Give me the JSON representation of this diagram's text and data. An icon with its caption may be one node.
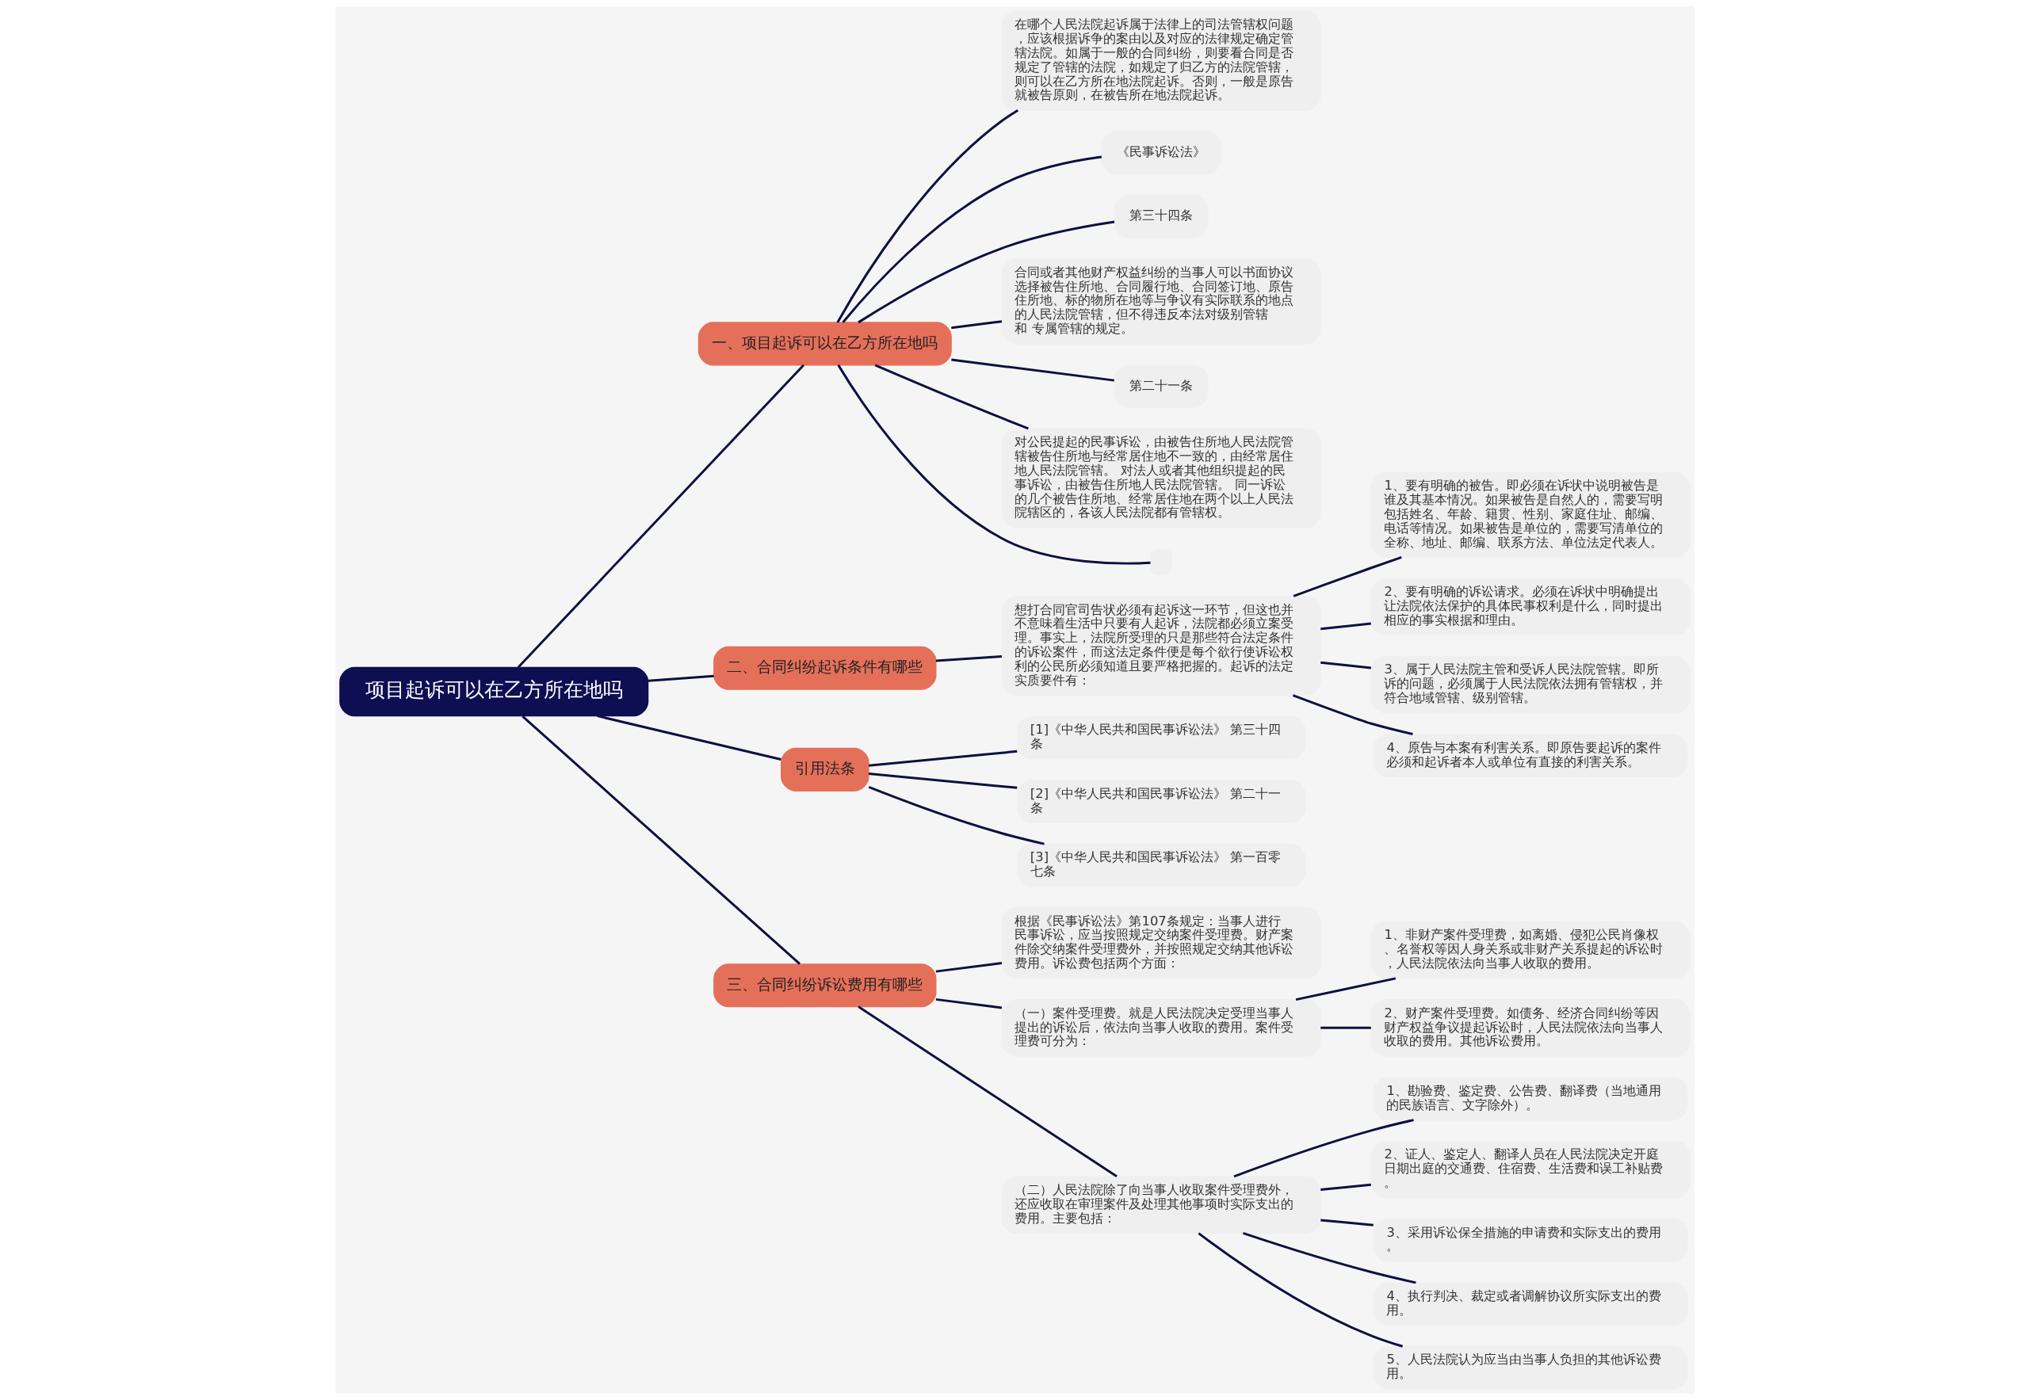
{
  "diagram": {
    "nodes": [
      {
        "text": [
          "项目起诉可以在乙方所在地吗"
        ]
      },
      {
        "text": [
          "一、项目起诉可以在乙方所在地吗"
        ]
      },
      {
        "text": [
          "在哪个人民法院起诉属于法律上的司法管辖权问题，应该根据诉争的案由以及对应的法律规定确定管辖法院。如属于一般的合同纠纷，则要看合同是否规定了管辖的法院，如规定了归乙方的法院管辖，则可以在乙方所在地法院起诉。否则，一般是原告就被告原则，在被告所在地法院起诉。"
        ]
      },
      {
        "text": [
          "《民事诉讼法》"
        ]
      },
      {
        "text": [
          "第三十四条"
        ]
      },
      {
        "text": [
          "合同或者其他财产权益纠纷的当事人可以书面协议选择被告住所地、合同履行地、合同签订地、原告住所地、标的物所在地等与争议有实际联系的地点的人民法院管辖，但不得违反本法对级别管辖和 专属管辖的规定。"
        ]
      },
      {
        "text": [
          "第二十一条"
        ]
      },
      {
        "text": [
          "对公民提起的民事诉讼，由被告住所地人民法院管辖被告住所地与经常居住地不一致的，由经常居住地人民法院管辖。 对法人或者其他组织提起的民事诉讼，由被告住所地人民法院管辖。 同一诉讼的几个被告住所地、经常居住地在两个以上人民法院辖区的，各该人民法院都有管辖权。"
        ]
      },
      {
        "text": [],
        "shape": "box"
      },
      {
        "text": [
          "二、合同纠纷起诉条件有哪些"
        ]
      },
      {
        "text": [
          "想打合同官司告状必须有起诉这一环节，但这也并不意味着生活中只要有人起诉，法院都必须立案受理。事实上，法院所受理的只是那些符合法定条件的诉讼案件，而这法定条件便是每个欲行使诉讼权利的公民所必须知道且要严格把握的。起诉的法定实质要件有："
        ]
      },
      {
        "text": [
          "1、要有明确的被告。即必须在诉状中说明被告是谁及其基本情况。如果被告是自然人的，需要写明包括姓名、年龄、籍贯、性别、家庭住址、邮编、电话等情况。如果被告是单位的，需要写清单位的全称、地址、邮编、联系方法、单位法定代表人。"
        ]
      },
      {
        "text": [
          "2、要有明确的诉讼请求。必须在诉状中明确提出让法院依法保护的具体民事权利是什么，同时提出相应的事实根据和理由。"
        ]
      },
      {
        "text": [
          "3、属于人民法院主管和受诉人民法院管辖。即所诉的问题，必须属于人民法院依法拥有管辖权，并符合地域管辖、级别管辖。"
        ]
      },
      {
        "text": [
          "4、原告与本案有利害关系。即原告要起诉的案件必须和起诉者本人或单位有直接的利害关系。"
        ]
      },
      {
        "text": [
          "引用法条"
        ]
      },
      {
        "text": [
          "[1]《中华人民共和国民事诉讼法》 第三十四条"
        ]
      },
      {
        "text": [
          "[2]《中华人民共和国民事诉讼法》 第二十一条"
        ]
      },
      {
        "text": [
          "[3]《中华人民共和国民事诉讼法》 第一百零七条"
        ]
      },
      {
        "text": [
          "三、合同纠纷诉讼费用有哪些"
        ]
      },
      {
        "text": [
          "根据《民事诉讼法》第107条规定：当事人进行民事诉讼，应当按照规定交纳案件受理费。财产案件除交纳案件受理费外，并按照规定交纳其他诉讼费用。诉讼费包括两个方面："
        ]
      },
      {
        "text": [
          "（一）案件受理费。就是人民法院决定受理当事人提出的诉讼后，依法向当事人收取的费用。案件受理费可分为："
        ]
      },
      {
        "text": [
          "1、非财产案件受理费，如离婚、侵犯公民肖像权、名誉权等因人身关系或非财产关系提起的诉讼时，人民法院依法向当事人收取的费用。"
        ]
      },
      {
        "text": [
          "2、财产案件受理费。如债务、经济合同纠纷等因财产权益争议提起诉讼时，人民法院依法向当事人收取的费用。其他诉讼费用。"
        ]
      },
      {
        "text": [
          "（二）人民法院除了向当事人收取案件受理费外，还应收取在审理案件及处理其他事项时实际支出的费用。主要包括："
        ]
      },
      {
        "text": [
          "1、勘验费、鉴定费、公告费、翻译费（当地通用的民族语言、文字除外）。"
        ]
      },
      {
        "text": [
          "2、证人、鉴定人、翻译人员在人民法院决定开庭日期出庭的交通费、住宿费、生活费和误工补贴费。"
        ]
      },
      {
        "text": [
          "3、采用诉讼保全措施的申请费和实际支出的费用。"
        ]
      },
      {
        "text": [
          "4、执行判决、裁定或者调解协议所实际支出的费用。"
        ]
      },
      {
        "text": [
          "5、人民法院认为应当由当事人负担的其他诉讼费用。"
        ]
      }
    ],
    "edges": [
      {
        "from": 0,
        "to": 1,
        "arrow": "none"
      },
      {
        "from": 1,
        "to": 2,
        "arrow": "none"
      },
      {
        "from": 1,
        "to": 3,
        "arrow": "none"
      },
      {
        "from": 1,
        "to": 4,
        "arrow": "none"
      },
      {
        "from": 1,
        "to": 5,
        "arrow": "none"
      },
      {
        "from": 1,
        "to": 6,
        "arrow": "none"
      },
      {
        "from": 1,
        "to": 7,
        "arrow": "none"
      },
      {
        "from": 1,
        "to": 8,
        "arrow": "none"
      },
      {
        "from": 0,
        "to": 9,
        "arrow": "none"
      },
      {
        "from": 9,
        "to": 10,
        "arrow": "none"
      },
      {
        "from": 10,
        "to": 11,
        "arrow": "none"
      },
      {
        "from": 10,
        "to": 12,
        "arrow": "none"
      },
      {
        "from": 10,
        "to": 13,
        "arrow": "none"
      },
      {
        "from": 10,
        "to": 14,
        "arrow": "none"
      },
      {
        "from": 0,
        "to": 15,
        "arrow": "none"
      },
      {
        "from": 15,
        "to": 16,
        "arrow": "none"
      },
      {
        "from": 15,
        "to": 17,
        "arrow": "none"
      },
      {
        "from": 15,
        "to": 18,
        "arrow": "none"
      },
      {
        "from": 0,
        "to": 19,
        "arrow": "none"
      },
      {
        "from": 19,
        "to": 20,
        "arrow": "none"
      },
      {
        "from": 19,
        "to": 21,
        "arrow": "none"
      },
      {
        "from": 21,
        "to": 22,
        "arrow": "none"
      },
      {
        "from": 21,
        "to": 23,
        "arrow": "none"
      },
      {
        "from": 19,
        "to": 24,
        "arrow": "none"
      },
      {
        "from": 24,
        "to": 25,
        "arrow": "none"
      },
      {
        "from": 24,
        "to": 26,
        "arrow": "none"
      },
      {
        "from": 24,
        "to": 27,
        "arrow": "none"
      },
      {
        "from": 24,
        "to": 28,
        "arrow": "none"
      },
      {
        "from": 24,
        "to": 29,
        "arrow": "none"
      }
    ]
  }
}
